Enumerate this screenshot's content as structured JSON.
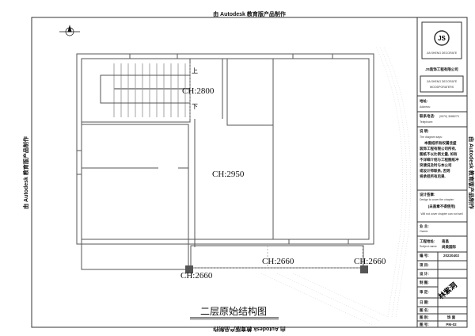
{
  "watermark": {
    "top": "由 Autodesk 教育版产品制作",
    "bottom": "由 Autodesk 教育版产品制作",
    "left": "由 Autodesk 教育版产品制作",
    "right": "由 Autodesk 教育版产品制作"
  },
  "plan": {
    "title": "二层原始结构图",
    "stair_up": "上",
    "stair_down": "下",
    "ceiling_heights": [
      "CH:2800",
      "CH:2950",
      "CH:2660",
      "CH:2660",
      "CH:2660"
    ]
  },
  "title_block": {
    "logo_text": "JS",
    "logo_caption": "JIA SHENG DECORATE",
    "company_cn": "JS装饰工程有限公司",
    "company_en_1": "JIA SHENG DECORATE",
    "company_en_2": "WOODPORATERS",
    "address_label": "地址:",
    "address_en": "Address:",
    "phone_label": "联系电话:",
    "phone_value": "(0570) 3088273",
    "phone_en": "Telephone:",
    "notes_label": "说 明:",
    "notes_en": "The diagram says:",
    "notes_lines": [
      "本图纸所有权属佳盛",
      "装饰工程有限公司所有,",
      "图纸不以比例丈量, 如有",
      "不详细介绍与工程图纸冲",
      "突请说及时与本公司",
      "或设计师联系, 否则",
      "将承担所有后果."
    ],
    "design_label": "设计签章:",
    "design_en": "Design to cover the chapter:",
    "design_note": "(未盖章不得使用)",
    "design_note_en": "Will not cover chapter can not well",
    "owner_label": "业 主:",
    "owner_en": "Owner:",
    "site_label": "工程地址:",
    "site_en": "Subject name:",
    "site_value_1": "南昌",
    "site_value_2": "尚美国际",
    "number_label": "编 号:",
    "number_value": "20220402",
    "project_label": "项 目:",
    "designer_label": "设 计:",
    "drawing_label": "制 图:",
    "review_label": "审 定:",
    "signature": "林紫洞",
    "date_label": "日 期:",
    "name_label": "图 名:",
    "type_label": "图 别:",
    "type_value": "饰 面",
    "sheet_label": "图 号:",
    "sheet_value": "PM-02"
  }
}
